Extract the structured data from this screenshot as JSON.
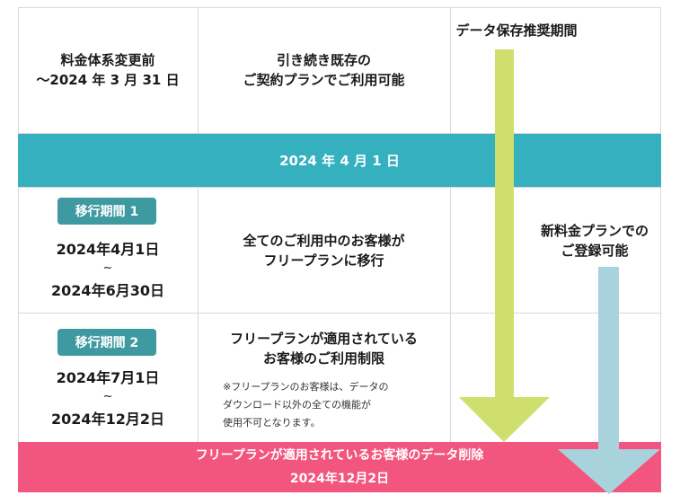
{
  "rows": {
    "before": {
      "period": "料金体系変更前\n～2024 年 3 月 31 日",
      "description": "引き続き既存の\nご契約プランでご利用可能"
    },
    "band": {
      "label": "2024 年 4 月 1 日"
    },
    "phase1": {
      "badge": "移行期間 1",
      "start": "2024年4月1日",
      "tilde": "~",
      "end": "2024年6月30日",
      "description": "全てのご利用中のお客様が\nフリープランに移行"
    },
    "phase2": {
      "badge": "移行期間 2",
      "start": "2024年7月1日",
      "tilde": "~",
      "end": "2024年12月2日",
      "description": "フリープランが適用されている\nお客様のご利用制限",
      "note": "※フリープランのお客様は、データの\nダウンロード以外の全ての機能が\n使用不可となります。"
    },
    "footer": {
      "line1": "フリープランが適用されているお客様のデータ削除",
      "line2": "2024年12月2日"
    }
  },
  "arrows": {
    "retention": {
      "label": "データ保存推奨期間",
      "color": "#cfdf6e"
    },
    "new_plan": {
      "label": "新料金プランでの\nご登録可能",
      "color": "#a9d3dc"
    }
  },
  "colors": {
    "band": "#35b0bf",
    "badge": "#3e9aa0",
    "footer": "#f2557e",
    "grid": "#d9d9d9"
  }
}
